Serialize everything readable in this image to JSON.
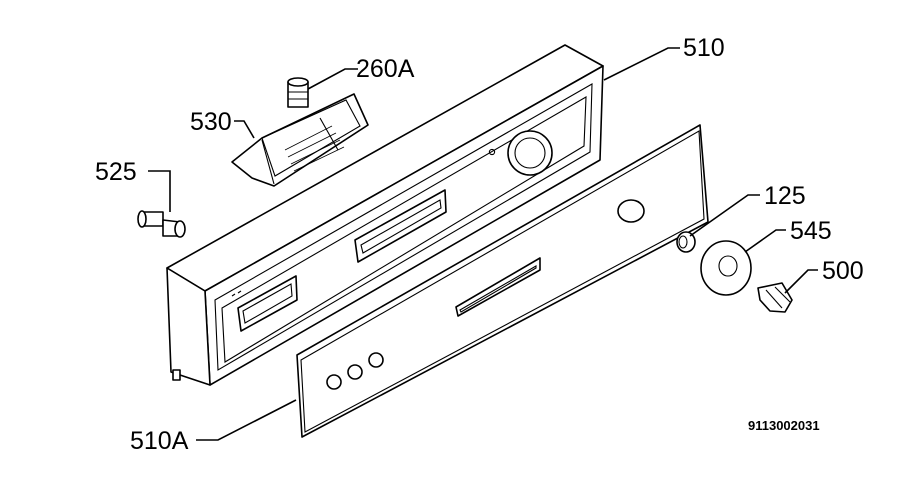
{
  "diagram": {
    "labels": {
      "p510": "510",
      "p260a": "260A",
      "p530": "530",
      "p525": "525",
      "p125": "125",
      "p545": "545",
      "p500": "500",
      "p510a": "510A"
    },
    "drawing_code": "9113002031"
  }
}
